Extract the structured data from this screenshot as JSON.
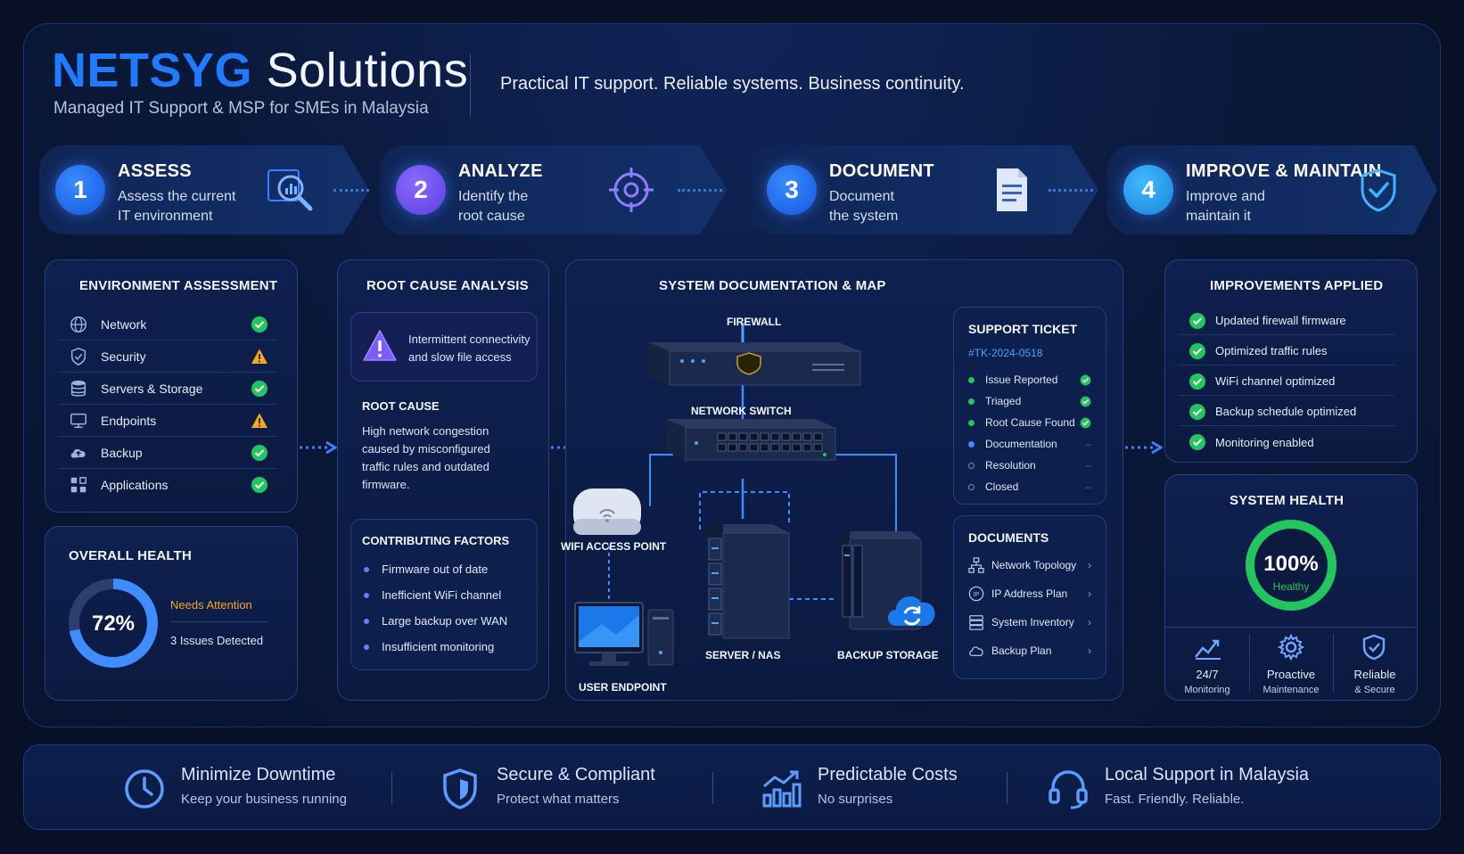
{
  "header": {
    "brand_bold": "NETSYG",
    "brand_rest": "Solutions",
    "subtitle": "Managed IT Support & MSP for SMEs in Malaysia",
    "tagline": "Practical IT support.  Reliable systems.  Business continuity."
  },
  "steps": [
    {
      "number": "1",
      "title": "ASSESS",
      "line1": "Assess the current",
      "line2": "IT environment",
      "icon": "magnifier-chart-icon"
    },
    {
      "number": "2",
      "title": "ANALYZE",
      "line1": "Identify the",
      "line2": "root cause",
      "icon": "crosshair-icon"
    },
    {
      "number": "3",
      "title": "DOCUMENT",
      "line1": "Document",
      "line2": "the system",
      "icon": "document-icon"
    },
    {
      "number": "4",
      "title": "IMPROVE & MAINTAIN",
      "line1": "Improve and",
      "line2": "maintain it",
      "icon": "shield-check-icon"
    }
  ],
  "environment": {
    "title": "ENVIRONMENT ASSESSMENT",
    "items": [
      {
        "label": "Network",
        "status": "ok",
        "icon": "globe-icon"
      },
      {
        "label": "Security",
        "status": "warning",
        "icon": "shield-icon"
      },
      {
        "label": "Servers & Storage",
        "status": "ok",
        "icon": "database-icon"
      },
      {
        "label": "Endpoints",
        "status": "warning",
        "icon": "monitor-icon"
      },
      {
        "label": "Backup",
        "status": "ok",
        "icon": "cloud-upload-icon"
      },
      {
        "label": "Applications",
        "status": "ok",
        "icon": "apps-grid-icon"
      }
    ]
  },
  "overall_health": {
    "title": "OVERALL HEALTH",
    "value": "72%",
    "fraction": 0.72,
    "status": "Needs Attention",
    "issues": "3 Issues Detected"
  },
  "root_cause": {
    "title": "ROOT CAUSE ANALYSIS",
    "alert_line1": "Intermittent connectivity",
    "alert_line2": "and slow file access",
    "rc_title": "ROOT CAUSE",
    "rc_lines": [
      "High network congestion",
      "caused by misconfigured",
      "traffic rules and outdated",
      "firmware."
    ],
    "cf_title": "CONTRIBUTING FACTORS",
    "factors": [
      "Firmware out of date",
      "Inefficient WiFi channel",
      "Large backup over WAN",
      "Insufficient monitoring"
    ]
  },
  "system_map": {
    "title": "SYSTEM DOCUMENTATION & MAP",
    "labels": {
      "firewall": "FIREWALL",
      "switch": "NETWORK SWITCH",
      "wifi": "WIFI ACCESS POINT",
      "server": "SERVER / NAS",
      "backup": "BACKUP STORAGE",
      "endpoint": "USER ENDPOINT"
    }
  },
  "ticket": {
    "title": "SUPPORT TICKET",
    "id": "#TK-2024-0518",
    "steps": [
      {
        "label": "Issue Reported",
        "state": "done"
      },
      {
        "label": "Triaged",
        "state": "done"
      },
      {
        "label": "Root Cause Found",
        "state": "done"
      },
      {
        "label": "Documentation",
        "state": "active"
      },
      {
        "label": "Resolution",
        "state": "pending"
      },
      {
        "label": "Closed",
        "state": "pending"
      }
    ]
  },
  "documents": {
    "title": "DOCUMENTS",
    "items": [
      {
        "label": "Network Topology",
        "icon": "topology-icon"
      },
      {
        "label": "IP Address Plan",
        "icon": "ip-icon"
      },
      {
        "label": "System Inventory",
        "icon": "server-list-icon"
      },
      {
        "label": "Backup Plan",
        "icon": "cloud-icon"
      }
    ]
  },
  "improvements": {
    "title": "IMPROVEMENTS APPLIED",
    "items": [
      "Updated firewall firmware",
      "Optimized traffic rules",
      "WiFi channel optimized",
      "Backup schedule optimized",
      "Monitoring enabled"
    ]
  },
  "system_health": {
    "title": "SYSTEM HEALTH",
    "value": "100%",
    "fraction": 1.0,
    "label": "Healthy",
    "features": [
      {
        "l1": "24/7",
        "l2": "Monitoring",
        "icon": "chart-line-icon"
      },
      {
        "l1": "Proactive",
        "l2": "Maintenance",
        "icon": "gear-icon"
      },
      {
        "l1": "Reliable",
        "l2": "& Secure",
        "icon": "shield-check-icon"
      }
    ]
  },
  "benefits": [
    {
      "title": "Minimize Downtime",
      "sub": "Keep your business running",
      "icon": "clock-icon"
    },
    {
      "title": "Secure & Compliant",
      "sub": "Protect what matters",
      "icon": "shield-icon"
    },
    {
      "title": "Predictable Costs",
      "sub": "No surprises",
      "icon": "bar-chart-icon"
    },
    {
      "title": "Local Support in Malaysia",
      "sub": "Fast. Friendly. Reliable.",
      "icon": "headset-icon"
    }
  ],
  "colors": {
    "accent": "#1f7bff",
    "ok": "#22c55e",
    "warning": "#f5a623",
    "link": "#4aa3ff",
    "purple": "#7b5cff"
  }
}
